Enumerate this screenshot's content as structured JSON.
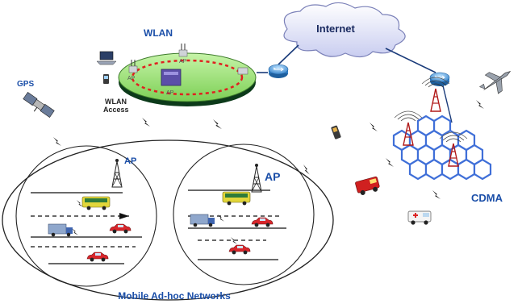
{
  "labels": {
    "wlan": "WLAN",
    "wlan_access_1": "WLAN",
    "wlan_access_2": "Access",
    "internet": "Internet",
    "gps": "GPS",
    "ap_left": "AP",
    "ap_right": "AP",
    "cdma": "CDMA",
    "mobile_adhoc": "Mobile Ad-hoc Networks",
    "ap_small_1": "AP",
    "ap_small_2": "AP",
    "ap_small_3": "AP"
  },
  "colors": {
    "label_blue": "#1a4ea8",
    "wlan_ring_fill": "#9be27a",
    "wlan_dash": "#e02020",
    "cloud_fill": "#eef0ff",
    "cdma_cell": "#3f6fd8",
    "router": "#3a8fd6"
  },
  "icons": {
    "satellite": "satellite-icon",
    "jet": "jet-icon",
    "router": "router-icon",
    "cell_tower": "cell-tower-icon",
    "bus": "bus-icon",
    "car": "car-icon",
    "truck": "truck-icon",
    "fire_truck": "fire-truck-icon",
    "ambulance": "ambulance-icon",
    "phone": "mobile-phone-icon",
    "laptop": "laptop-icon",
    "access_point": "access-point-icon"
  }
}
